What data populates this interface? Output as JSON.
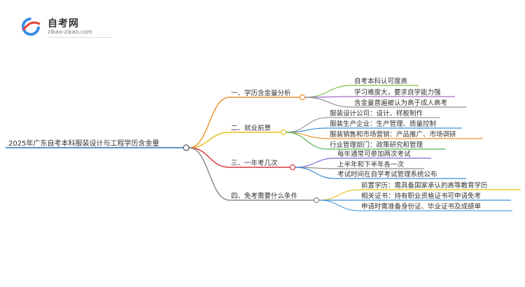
{
  "logo": {
    "title": "自考网",
    "subtitle": "zikao-zikao.com",
    "mark_colors": [
      "#e8443a",
      "#3a8ee6"
    ]
  },
  "root": {
    "label": "2025年广东自考本科服装设计与工程学历含金量"
  },
  "branches": [
    {
      "label": "一、学历含金量分析",
      "color": "#f0922e",
      "children": [
        {
          "label": "自考本科认可度高",
          "color": "#7cc243"
        },
        {
          "label": "学习难度大，要求自学能力强",
          "color": "#a86cc9"
        },
        {
          "label": "含金量普遍被认为高于成人高考",
          "color": "#8c8c8c"
        }
      ]
    },
    {
      "label": "二、就业前景",
      "color": "#e6c21e",
      "children": [
        {
          "label": "服装设计公司：设计、样板制作",
          "color": "#9a9a9a"
        },
        {
          "label": "服装生产企业：生产管理、质量控制",
          "color": "#3d8fd6"
        },
        {
          "label": "服装销售和市场营销：产品推广、市场调研",
          "color": "#f0922e"
        },
        {
          "label": "行业管理部门：政策研究和管理",
          "color": "#4fb35a"
        }
      ]
    },
    {
      "label": "三、一年考几次",
      "color": "#d9363e",
      "children": [
        {
          "label": "每年通常可参加两次考试",
          "color": "#7b68d6"
        },
        {
          "label": "上半年和下半年各一次",
          "color": "#8c8c8c"
        },
        {
          "label": "考试时间在自学考试管理系统公布",
          "color": "#3d8fd6"
        }
      ]
    },
    {
      "label": "四、免考需要什么条件",
      "color": "#8c8c8c",
      "children": [
        {
          "label": "前置学历：需具备国家承认的高等教育学历",
          "color": "#e6c21e"
        },
        {
          "label": "相关证书：持有职业资格证书可申请免考",
          "color": "#3d8fd6"
        },
        {
          "label": "申请时需准备身份证、毕业证书及成绩单",
          "color": "#5aa0e0"
        }
      ]
    }
  ]
}
